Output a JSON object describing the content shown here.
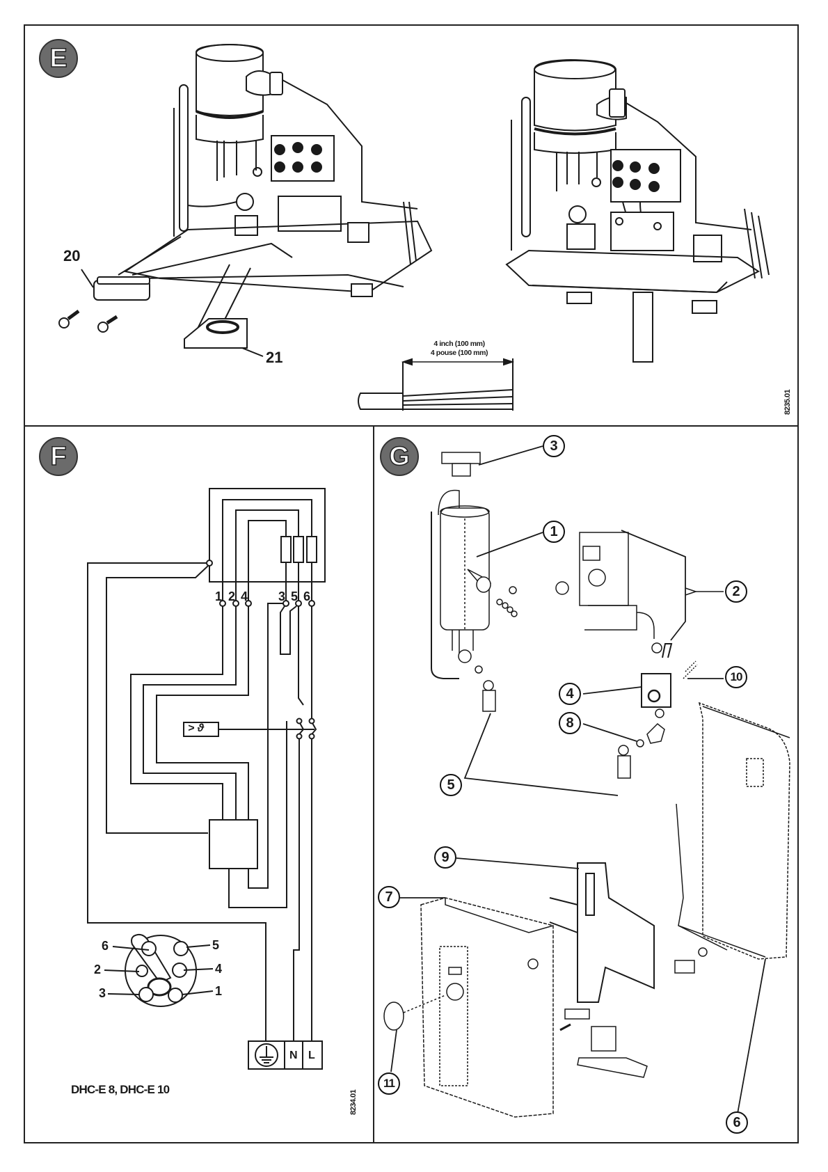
{
  "panels": {
    "e": {
      "badge": "E",
      "labels": {
        "part_20": "20",
        "part_21": "21"
      },
      "dimension": {
        "line1": "4 inch (100 mm)",
        "line2": "4 pouse (100 mm)"
      },
      "drawing_code": "8235.01"
    },
    "f": {
      "badge": "F",
      "terminals_top": [
        "1",
        "2",
        "4",
        "3",
        "5",
        "6"
      ],
      "thermostat_symbol": "> ϑ",
      "rotary_switch_pins": [
        "6",
        "5",
        "2",
        "4",
        "3",
        "1"
      ],
      "supply_terminals": [
        "⏚",
        "N",
        "L"
      ],
      "caption": "DHC-E 8, DHC-E 10",
      "drawing_code": "8234.01"
    },
    "g": {
      "badge": "G",
      "callouts": [
        "3",
        "1",
        "2",
        "4",
        "10",
        "8",
        "5",
        "9",
        "7",
        "11",
        "6"
      ]
    }
  },
  "colors": {
    "line": "#1a1a1a",
    "badge_fill": "#6b6b6b",
    "background": "#ffffff"
  }
}
